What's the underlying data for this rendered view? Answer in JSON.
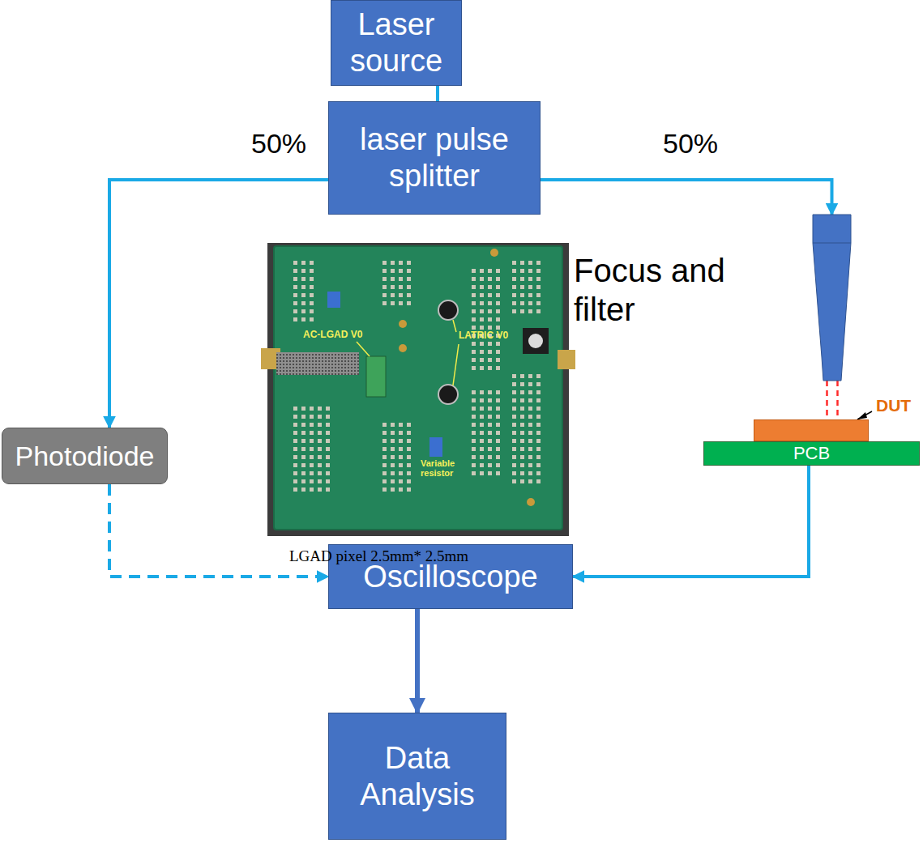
{
  "diagram": {
    "nodes": [
      {
        "text": [
          "Laser source"
        ]
      },
      {
        "text": [
          "laser pulse splitter"
        ]
      },
      {
        "text": [
          "Focus and filter"
        ]
      },
      {
        "text": [
          "DUT"
        ]
      },
      {
        "text": [
          "PCB"
        ]
      },
      {
        "text": [
          "Photodiode"
        ]
      },
      {
        "text": [
          "Oscilloscope"
        ]
      },
      {
        "text": [
          "Data Analysis"
        ]
      }
    ],
    "edges": [
      {
        "from": 0,
        "to": 1,
        "arrow": "none"
      },
      {
        "from": 1,
        "to": 5,
        "arrow": "to",
        "label": "50%"
      },
      {
        "from": 1,
        "to": 2,
        "arrow": "to",
        "label": "50%"
      },
      {
        "from": 2,
        "to": 3,
        "arrow": "none"
      },
      {
        "from": 4,
        "to": 6,
        "arrow": "to"
      },
      {
        "from": 5,
        "to": 6,
        "arrow": "to"
      },
      {
        "from": 6,
        "to": 7,
        "arrow": "to"
      }
    ],
    "labels": [
      "AC-LGAD V0",
      "LATRIC V0",
      "Variable resistor",
      "LGAD pixel 2.5mm* 2.5mm"
    ]
  }
}
